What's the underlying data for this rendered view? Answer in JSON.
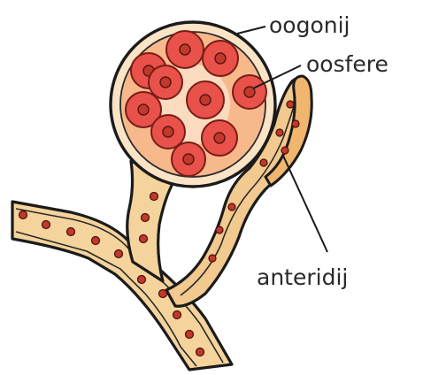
{
  "labels": {
    "oogonium": "oogonij",
    "oospheres": "oosfere",
    "antheridium": "anteridij"
  },
  "colors": {
    "hypha_fill": "#f4d49c",
    "oogonium_fill": "#f7b98c",
    "oosphere_fill": "#e8524a",
    "nucleus_fill": "#c0392b",
    "outline": "#1b1b1b",
    "antheridium_fill": "#f2c98e"
  }
}
